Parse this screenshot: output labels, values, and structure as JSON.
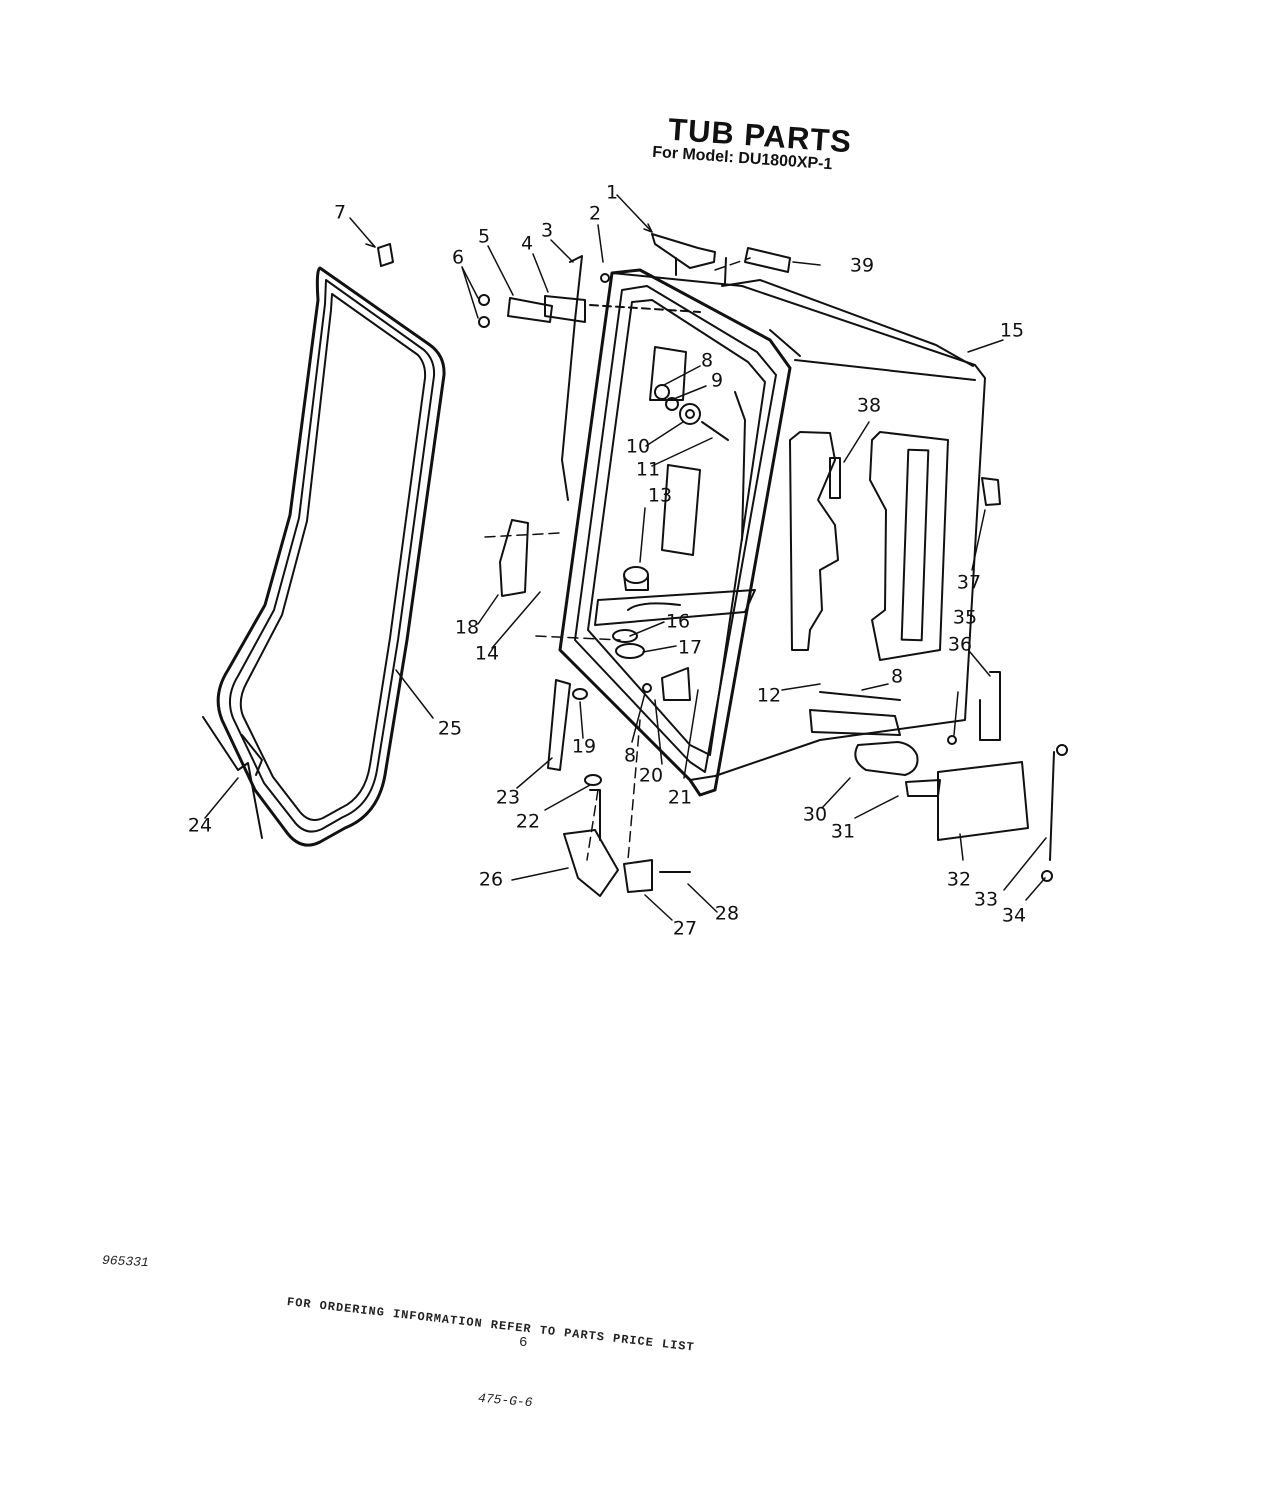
{
  "title": "TUB PARTS",
  "subtitle": "For Model: DU1800XP-1",
  "callouts": [
    {
      "id": "c1",
      "text": "1"
    },
    {
      "id": "c2",
      "text": "2"
    },
    {
      "id": "c3",
      "text": "3"
    },
    {
      "id": "c4",
      "text": "4"
    },
    {
      "id": "c5",
      "text": "5"
    },
    {
      "id": "c6",
      "text": "6"
    },
    {
      "id": "c7",
      "text": "7"
    },
    {
      "id": "c8a",
      "text": "8"
    },
    {
      "id": "c8b",
      "text": "8"
    },
    {
      "id": "c8c",
      "text": "8"
    },
    {
      "id": "c9",
      "text": "9"
    },
    {
      "id": "c10",
      "text": "10"
    },
    {
      "id": "c11",
      "text": "11"
    },
    {
      "id": "c12",
      "text": "12"
    },
    {
      "id": "c13",
      "text": "13"
    },
    {
      "id": "c14",
      "text": "14"
    },
    {
      "id": "c15",
      "text": "15"
    },
    {
      "id": "c16",
      "text": "16"
    },
    {
      "id": "c17",
      "text": "17"
    },
    {
      "id": "c18",
      "text": "18"
    },
    {
      "id": "c19",
      "text": "19"
    },
    {
      "id": "c20",
      "text": "20"
    },
    {
      "id": "c21",
      "text": "21"
    },
    {
      "id": "c22",
      "text": "22"
    },
    {
      "id": "c23",
      "text": "23"
    },
    {
      "id": "c24",
      "text": "24"
    },
    {
      "id": "c25",
      "text": "25"
    },
    {
      "id": "c26",
      "text": "26"
    },
    {
      "id": "c27",
      "text": "27"
    },
    {
      "id": "c28",
      "text": "28"
    },
    {
      "id": "c30",
      "text": "30"
    },
    {
      "id": "c31",
      "text": "31"
    },
    {
      "id": "c32",
      "text": "32"
    },
    {
      "id": "c33",
      "text": "33"
    },
    {
      "id": "c34",
      "text": "34"
    },
    {
      "id": "c35",
      "text": "35"
    },
    {
      "id": "c36",
      "text": "36"
    },
    {
      "id": "c37",
      "text": "37"
    },
    {
      "id": "c38",
      "text": "38"
    },
    {
      "id": "c39",
      "text": "39"
    }
  ],
  "footer": {
    "doc_number": "965331",
    "ordering_note": "FOR ORDERING INFORMATION REFER TO PARTS PRICE LIST",
    "page_number": "6",
    "code": "475-G-6"
  }
}
